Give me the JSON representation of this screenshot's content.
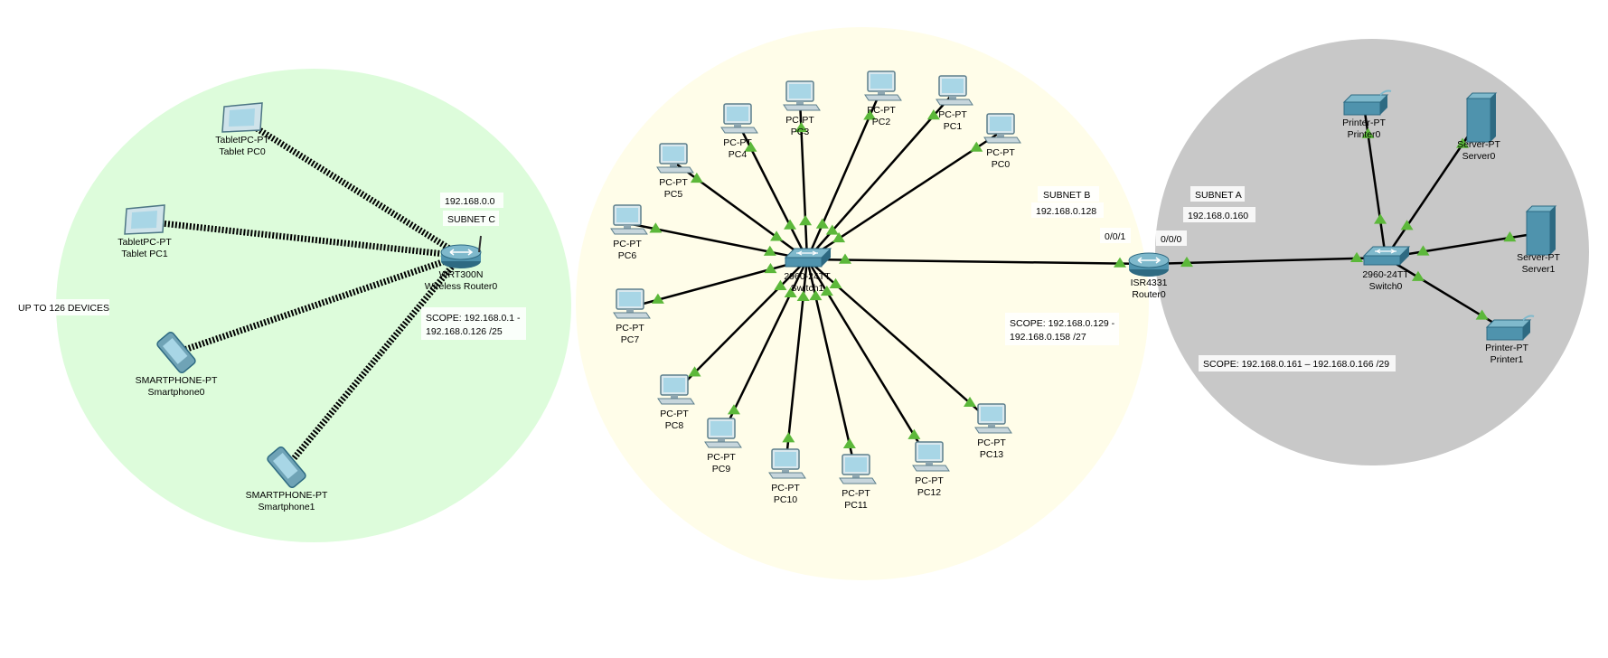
{
  "colors": {
    "zone_left": "#ddfcdb",
    "zone_mid": "#fffde9",
    "zone_right": "#c8c8c8",
    "link_up": "#5cb83a",
    "device": "#4f93ad"
  },
  "zones": [
    {
      "id": "zone-subnet-c",
      "color": "#ddfcdb"
    },
    {
      "id": "zone-subnet-b",
      "color": "#fffde9"
    },
    {
      "id": "zone-subnet-a",
      "color": "#c8c8c8"
    }
  ],
  "notes": {
    "subnet_c_net": "192.168.0.0",
    "subnet_c_name": "SUBNET C",
    "subnet_c_scope_1": "SCOPE: 192.168.0.1 -",
    "subnet_c_scope_2": "192.168.0.126 /25",
    "up_to_devices": "UP TO 126 DEVICES",
    "subnet_b_name": "SUBNET B",
    "subnet_b_net": "192.168.0.128",
    "subnet_b_scope_1": "SCOPE: 192.168.0.129 -",
    "subnet_b_scope_2": "192.168.0.158 /27",
    "subnet_a_name": "SUBNET A",
    "subnet_a_net": "192.168.0.160",
    "subnet_a_scope": "SCOPE: 192.168.0.161 – 192.168.0.166 /29",
    "port_001": "0/0/1",
    "port_000": "0/0/0"
  },
  "devices": [
    {
      "id": "tablet0",
      "kind": "tablet",
      "model": "TabletPC-PT",
      "name": "Tablet PC0"
    },
    {
      "id": "tablet1",
      "kind": "tablet",
      "model": "TabletPC-PT",
      "name": "Tablet PC1"
    },
    {
      "id": "phone0",
      "kind": "phone",
      "model": "SMARTPHONE-PT",
      "name": "Smartphone0"
    },
    {
      "id": "phone1",
      "kind": "phone",
      "model": "SMARTPHONE-PT",
      "name": "Smartphone1"
    },
    {
      "id": "wrouter",
      "kind": "wrouter",
      "model": "WRT300N",
      "name": "Wireless Router0"
    },
    {
      "id": "switch1",
      "kind": "switch",
      "model": "2960-24TT",
      "name": "Switch1"
    },
    {
      "id": "pc0",
      "kind": "pc",
      "model": "PC-PT",
      "name": "PC0"
    },
    {
      "id": "pc1",
      "kind": "pc",
      "model": "PC-PT",
      "name": "PC1"
    },
    {
      "id": "pc2",
      "kind": "pc",
      "model": "PC-PT",
      "name": "PC2"
    },
    {
      "id": "pc3",
      "kind": "pc",
      "model": "PC-PT",
      "name": "PC3"
    },
    {
      "id": "pc4",
      "kind": "pc",
      "model": "PC-PT",
      "name": "PC4"
    },
    {
      "id": "pc5",
      "kind": "pc",
      "model": "PC-PT",
      "name": "PC5"
    },
    {
      "id": "pc6",
      "kind": "pc",
      "model": "PC-PT",
      "name": "PC6"
    },
    {
      "id": "pc7",
      "kind": "pc",
      "model": "PC-PT",
      "name": "PC7"
    },
    {
      "id": "pc8",
      "kind": "pc",
      "model": "PC-PT",
      "name": "PC8"
    },
    {
      "id": "pc9",
      "kind": "pc",
      "model": "PC-PT",
      "name": "PC9"
    },
    {
      "id": "pc10",
      "kind": "pc",
      "model": "PC-PT",
      "name": "PC10"
    },
    {
      "id": "pc11",
      "kind": "pc",
      "model": "PC-PT",
      "name": "PC11"
    },
    {
      "id": "pc12",
      "kind": "pc",
      "model": "PC-PT",
      "name": "PC12"
    },
    {
      "id": "pc13",
      "kind": "pc",
      "model": "PC-PT",
      "name": "PC13"
    },
    {
      "id": "router0",
      "kind": "router",
      "model": "ISR4331",
      "name": "Router0"
    },
    {
      "id": "switch0",
      "kind": "switch",
      "model": "2960-24TT",
      "name": "Switch0"
    },
    {
      "id": "printer0",
      "kind": "printer",
      "model": "Printer-PT",
      "name": "Printer0"
    },
    {
      "id": "server0",
      "kind": "server",
      "model": "Server-PT",
      "name": "Server0"
    },
    {
      "id": "server1",
      "kind": "server",
      "model": "Server-PT",
      "name": "Server1"
    },
    {
      "id": "printer1",
      "kind": "printer",
      "model": "Printer-PT",
      "name": "Printer1"
    }
  ],
  "links": [
    {
      "a": "wrouter",
      "b": "tablet0",
      "type": "wireless"
    },
    {
      "a": "wrouter",
      "b": "tablet1",
      "type": "wireless"
    },
    {
      "a": "wrouter",
      "b": "phone0",
      "type": "wireless"
    },
    {
      "a": "wrouter",
      "b": "phone1",
      "type": "wireless"
    },
    {
      "a": "switch1",
      "b": "pc0",
      "type": "wired"
    },
    {
      "a": "switch1",
      "b": "pc1",
      "type": "wired"
    },
    {
      "a": "switch1",
      "b": "pc2",
      "type": "wired"
    },
    {
      "a": "switch1",
      "b": "pc3",
      "type": "wired"
    },
    {
      "a": "switch1",
      "b": "pc4",
      "type": "wired"
    },
    {
      "a": "switch1",
      "b": "pc5",
      "type": "wired"
    },
    {
      "a": "switch1",
      "b": "pc6",
      "type": "wired"
    },
    {
      "a": "switch1",
      "b": "pc7",
      "type": "wired"
    },
    {
      "a": "switch1",
      "b": "pc8",
      "type": "wired"
    },
    {
      "a": "switch1",
      "b": "pc9",
      "type": "wired"
    },
    {
      "a": "switch1",
      "b": "pc10",
      "type": "wired"
    },
    {
      "a": "switch1",
      "b": "pc11",
      "type": "wired"
    },
    {
      "a": "switch1",
      "b": "pc12",
      "type": "wired"
    },
    {
      "a": "switch1",
      "b": "pc13",
      "type": "wired"
    },
    {
      "a": "switch1",
      "b": "router0",
      "type": "wired"
    },
    {
      "a": "router0",
      "b": "switch0",
      "type": "wired"
    },
    {
      "a": "switch0",
      "b": "printer0",
      "type": "wired"
    },
    {
      "a": "switch0",
      "b": "server0",
      "type": "wired"
    },
    {
      "a": "switch0",
      "b": "server1",
      "type": "wired"
    },
    {
      "a": "switch0",
      "b": "printer1",
      "type": "wired"
    }
  ]
}
